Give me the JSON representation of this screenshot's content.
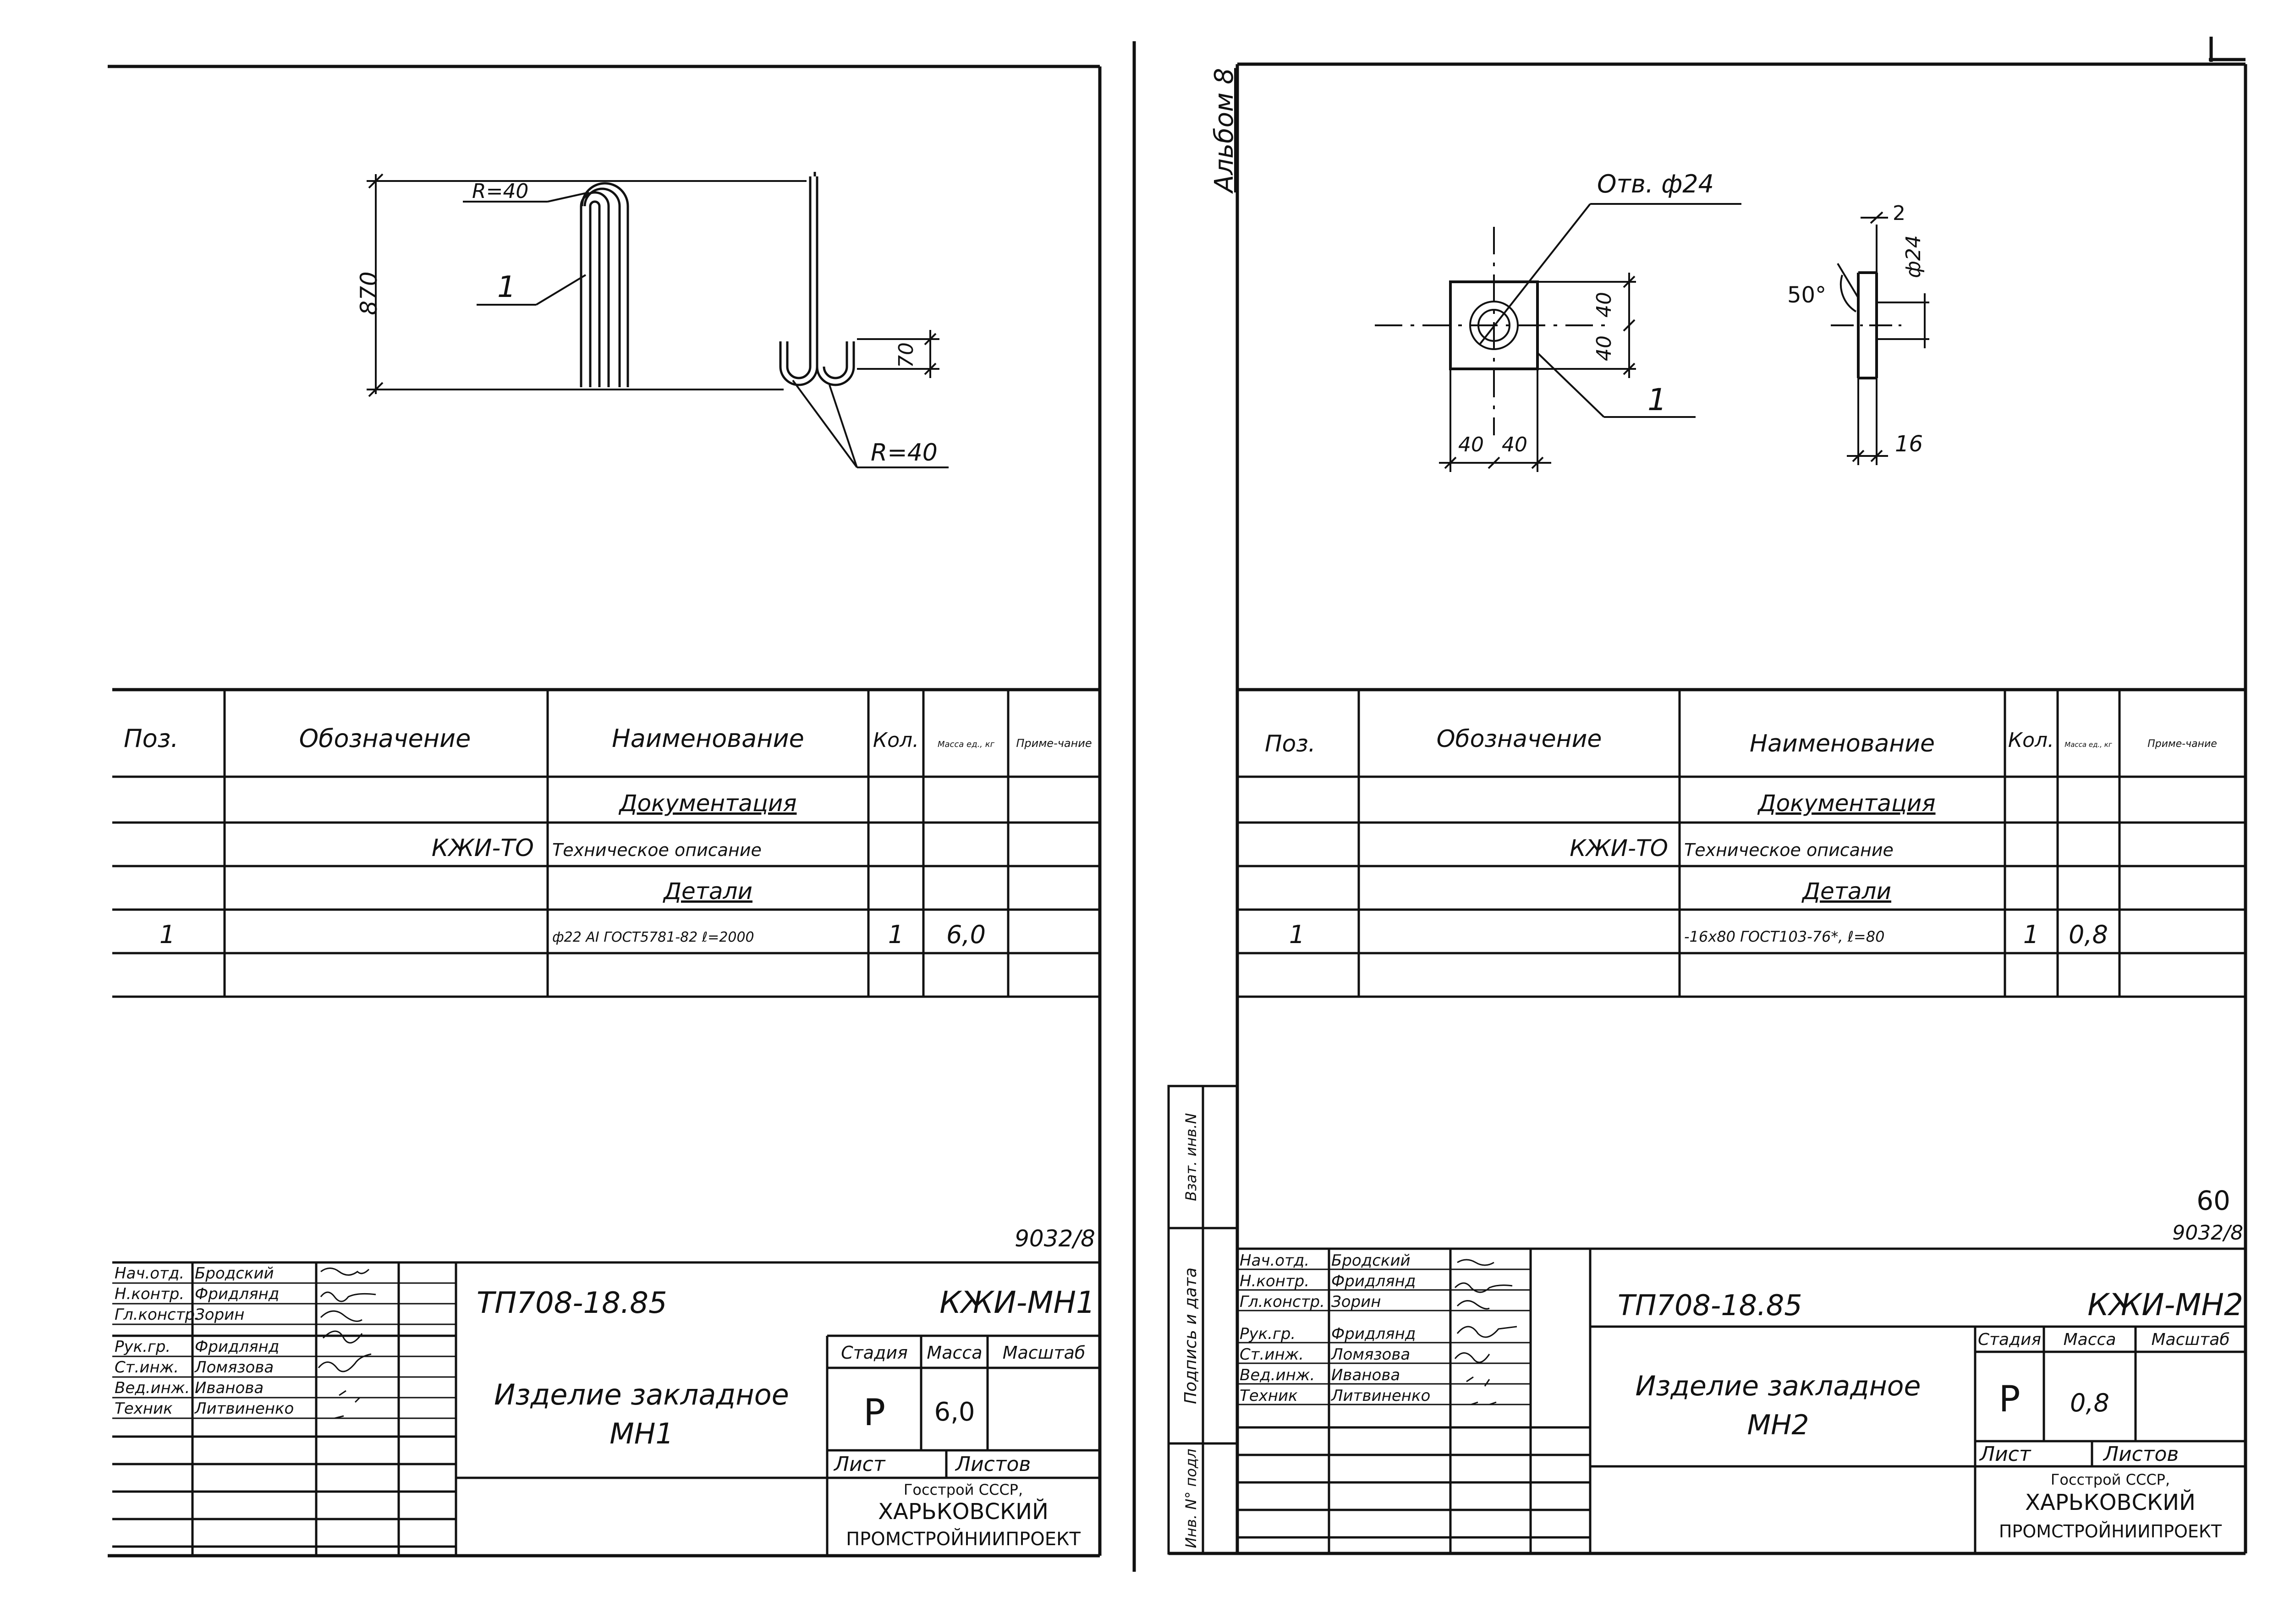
{
  "album_label": "Альбом 8",
  "side_stamp": {
    "cells": [
      "Взат. инв.N",
      "Подпись и дата",
      "Инв. N° подл"
    ]
  },
  "sheet_left": {
    "drawing": {
      "dim_height": "870",
      "radius_top": "R=40",
      "radius_bottom": "R=40",
      "dim_hook": "70",
      "pos_callout": "1"
    },
    "spec_headers": [
      "Поз.",
      "Обозначение",
      "Наименование",
      "Кол.",
      "Масса ед., кг",
      "Приме-чание"
    ],
    "spec_rows": [
      {
        "pos": "",
        "designation": "",
        "name": "Документация",
        "qty": "",
        "mass": "",
        "note": ""
      },
      {
        "pos": "",
        "designation": "КЖИ-ТО",
        "name": "Техническое описание",
        "qty": "",
        "mass": "",
        "note": ""
      },
      {
        "pos": "",
        "designation": "",
        "name": "Детали",
        "qty": "",
        "mass": "",
        "note": ""
      },
      {
        "pos": "1",
        "designation": "",
        "name": "ф22 АI ГОСТ5781-82 ℓ=2000",
        "qty": "1",
        "mass": "6,0",
        "note": ""
      },
      {
        "pos": "",
        "designation": "",
        "name": "",
        "qty": "",
        "mass": "",
        "note": ""
      }
    ],
    "archive_number": "9032/8",
    "title_block": {
      "signers": [
        {
          "role": "Нач.отд.",
          "name": "Бродский"
        },
        {
          "role": "Н.контр.",
          "name": "Фридлянд"
        },
        {
          "role": "Гл.констр.",
          "name": "Зорин"
        },
        {
          "role": "Рук.гр.",
          "name": "Фридлянд"
        },
        {
          "role": "Ст.инж.",
          "name": "Ломязова"
        },
        {
          "role": "Вед.инж.",
          "name": "Иванова"
        },
        {
          "role": "Техник",
          "name": "Литвиненко"
        }
      ],
      "project_code": "ТП708-18.85",
      "doc_code": "КЖИ-МН1",
      "title_line1": "Изделие закладное",
      "title_line2": "МН1",
      "col_stage": "Стадия",
      "col_mass": "Масса",
      "col_scale": "Масштаб",
      "stage": "Р",
      "mass": "6,0",
      "scale": "",
      "sheet_label": "Лист",
      "sheets_label": "Листов",
      "org_line1": "Госстрой СССР,",
      "org_line2": "ХАРЬКОВСКИЙ",
      "org_line3": "ПРОМСТРОЙНИИПРОЕКТ"
    }
  },
  "sheet_right": {
    "drawing": {
      "hole_callout": "Отв. ф24",
      "dim_top": "40",
      "dim_mid": "40",
      "dim_left": "40",
      "dim_right": "40",
      "pos_callout": "1",
      "angle": "50°",
      "dim_dia": "ф24",
      "dim_gap": "2",
      "dim_thickness": "16"
    },
    "spec_headers": [
      "Поз.",
      "Обозначение",
      "Наименование",
      "Кол.",
      "Масса ед., кг",
      "Приме-чание"
    ],
    "spec_rows": [
      {
        "pos": "",
        "designation": "",
        "name": "Документация",
        "qty": "",
        "mass": "",
        "note": ""
      },
      {
        "pos": "",
        "designation": "КЖИ-ТО",
        "name": "Техническое описание",
        "qty": "",
        "mass": "",
        "note": ""
      },
      {
        "pos": "",
        "designation": "",
        "name": "Детали",
        "qty": "",
        "mass": "",
        "note": ""
      },
      {
        "pos": "1",
        "designation": "",
        "name": "-16х80 ГОСТ103-76*, ℓ=80",
        "qty": "1",
        "mass": "0,8",
        "note": ""
      },
      {
        "pos": "",
        "designation": "",
        "name": "",
        "qty": "",
        "mass": "",
        "note": ""
      }
    ],
    "page_number": "60",
    "archive_number": "9032/8",
    "title_block": {
      "signers": [
        {
          "role": "Нач.отд.",
          "name": "Бродский"
        },
        {
          "role": "Н.контр.",
          "name": "Фридлянд"
        },
        {
          "role": "Гл.констр.",
          "name": "Зорин"
        },
        {
          "role": "Рук.гр.",
          "name": "Фридлянд"
        },
        {
          "role": "Ст.инж.",
          "name": "Ломязова"
        },
        {
          "role": "Вед.инж.",
          "name": "Иванова"
        },
        {
          "role": "Техник",
          "name": "Литвиненко"
        }
      ],
      "project_code": "ТП708-18.85",
      "doc_code": "КЖИ-МН2",
      "title_line1": "Изделие закладное",
      "title_line2": "МН2",
      "col_stage": "Стадия",
      "col_mass": "Масса",
      "col_scale": "Масштаб",
      "stage": "Р",
      "mass": "0,8",
      "scale": "",
      "sheet_label": "Лист",
      "sheets_label": "Листов",
      "org_line1": "Госстрой СССР,",
      "org_line2": "ХАРЬКОВСКИЙ",
      "org_line3": "ПРОМСТРОЙНИИПРОЕКТ"
    }
  }
}
